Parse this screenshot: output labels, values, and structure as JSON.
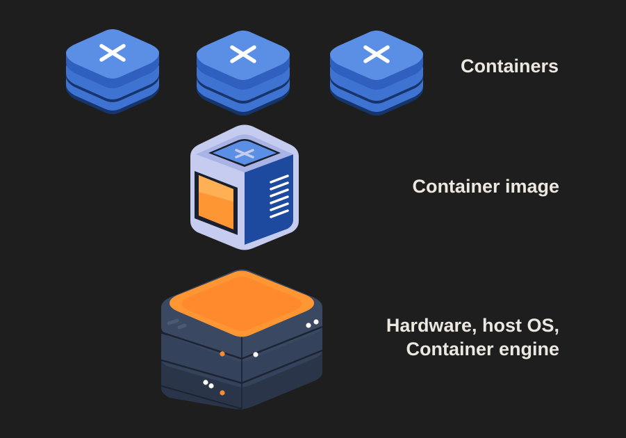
{
  "labels": {
    "containers": "Containers",
    "container_image": "Container image",
    "hardware_line1": "Hardware, host OS,",
    "hardware_line2": "Container engine"
  },
  "colors": {
    "background": "#1e1e1e",
    "label_text": "#ece8e1",
    "container_blue": "#5b8fe6",
    "container_dark_blue": "#2a5db5",
    "image_side_blue": "#1d4a9e",
    "image_frame": "#c6ccef",
    "orange": "#ff9634",
    "server_dark": "#2d3a4f"
  },
  "icons": {
    "container": "container-stack-icon",
    "image": "container-image-box-icon",
    "server": "server-stack-icon"
  }
}
